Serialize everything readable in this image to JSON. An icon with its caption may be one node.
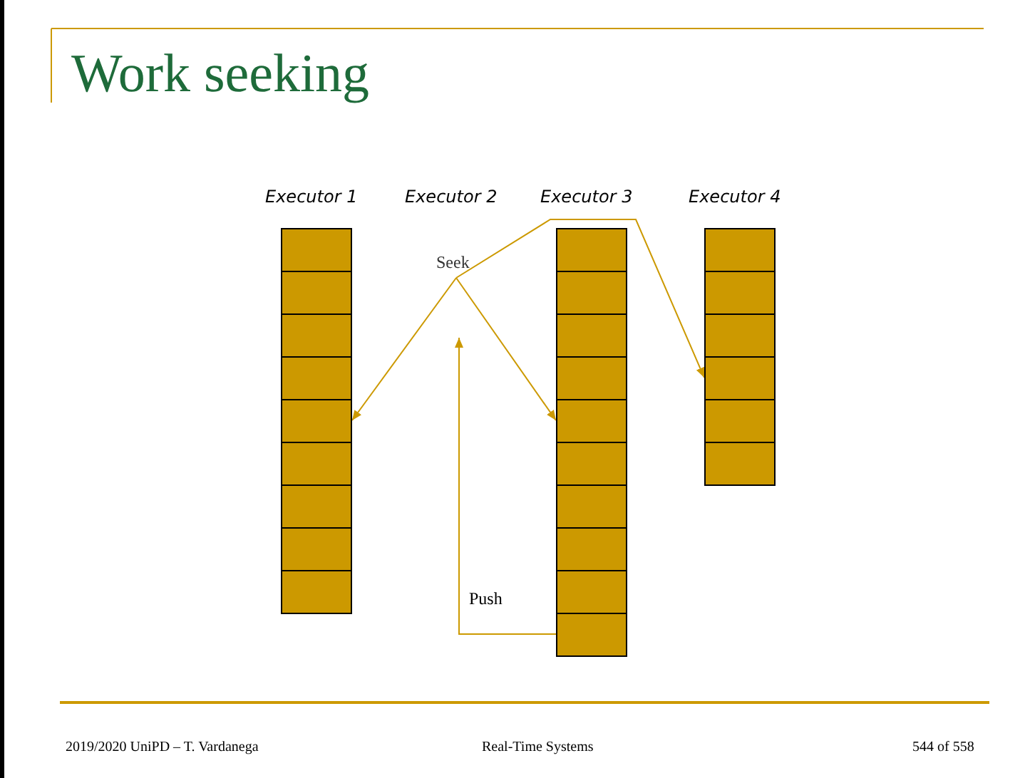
{
  "diagram": {
    "title": "Work seeking",
    "nodes": [
      {
        "text": [
          "Executor 1"
        ]
      },
      {
        "text": [],
        "shape": "box",
        "in": 0
      },
      {
        "text": [],
        "shape": "box",
        "in": 0
      },
      {
        "text": [],
        "shape": "box",
        "in": 0
      },
      {
        "text": [],
        "shape": "box",
        "in": 0
      },
      {
        "text": [],
        "shape": "box",
        "in": 0
      },
      {
        "text": [],
        "shape": "box",
        "in": 0
      },
      {
        "text": [],
        "shape": "box",
        "in": 0
      },
      {
        "text": [],
        "shape": "box",
        "in": 0
      },
      {
        "text": [],
        "shape": "box",
        "in": 0
      },
      {
        "text": [
          "Executor 3"
        ]
      },
      {
        "text": [],
        "shape": "box",
        "in": 10
      },
      {
        "text": [],
        "shape": "box",
        "in": 10
      },
      {
        "text": [],
        "shape": "box",
        "in": 10
      },
      {
        "text": [],
        "shape": "box",
        "in": 10
      },
      {
        "text": [],
        "shape": "box",
        "in": 10
      },
      {
        "text": [],
        "shape": "box",
        "in": 10
      },
      {
        "text": [],
        "shape": "box",
        "in": 10
      },
      {
        "text": [],
        "shape": "box",
        "in": 10
      },
      {
        "text": [],
        "shape": "box",
        "in": 10
      },
      {
        "text": [],
        "shape": "box",
        "in": 10
      },
      {
        "text": [
          "Executor 4"
        ]
      },
      {
        "text": [],
        "shape": "box",
        "in": 21
      },
      {
        "text": [],
        "shape": "box",
        "in": 21
      },
      {
        "text": [],
        "shape": "box",
        "in": 21
      },
      {
        "text": [],
        "shape": "box",
        "in": 21
      },
      {
        "text": [],
        "shape": "box",
        "in": 21
      },
      {
        "text": [],
        "shape": "box",
        "in": 21
      },
      {
        "text": [
          "Seek"
        ]
      }
    ],
    "edges": [
      {
        "from": 28,
        "to": 5,
        "arrow": "to"
      },
      {
        "from": 28,
        "to": 15,
        "arrow": "to"
      },
      {
        "from": 28,
        "to": 25,
        "arrow": "to"
      },
      {
        "from": 20,
        "to": null,
        "arrow": "to",
        "label": "Push"
      }
    ],
    "labels": [
      "Executor 2",
      "2019/2020 UniPD – T. Vardanega",
      "Real-Time Systems",
      "544 of 558"
    ]
  }
}
